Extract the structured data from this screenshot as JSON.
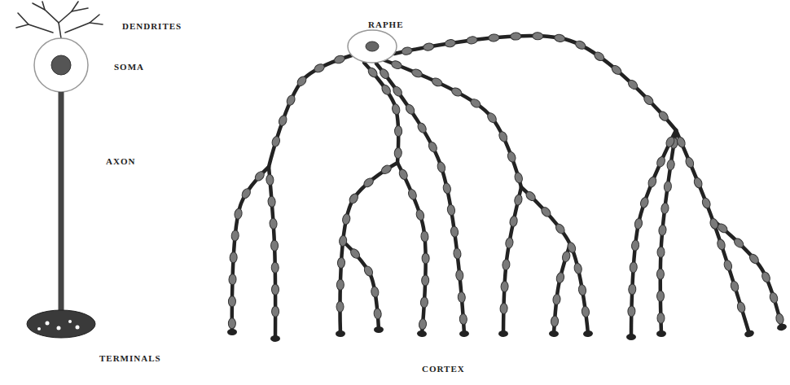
{
  "diagram": {
    "labels": [
      "DENDRITES",
      "RAPHE",
      "SOMA",
      "AXON",
      "TERMINALS",
      "CORTEX"
    ]
  }
}
